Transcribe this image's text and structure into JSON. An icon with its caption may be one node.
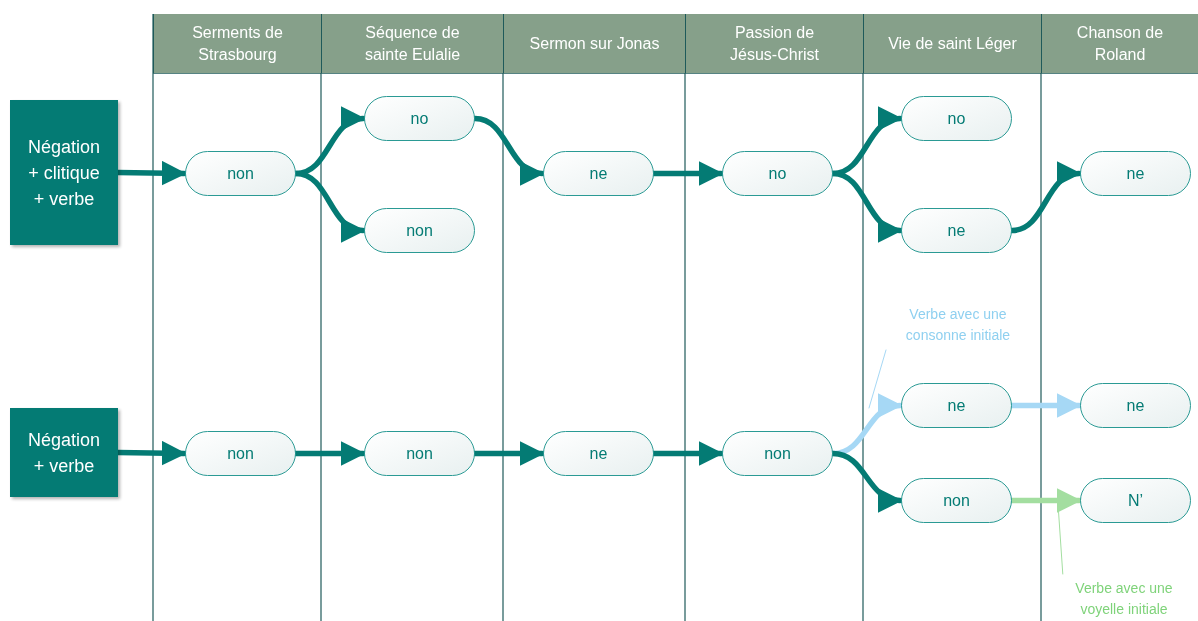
{
  "diagram": {
    "nodes": [
      {
        "text": [
          "Serments de Strasbourg"
        ]
      },
      {
        "text": [
          "Séquence de sainte Eulalie"
        ]
      },
      {
        "text": [
          "Sermon sur Jonas"
        ]
      },
      {
        "text": [
          "Passion de Jésus-Christ"
        ]
      },
      {
        "text": [
          "Vie de saint Léger"
        ]
      },
      {
        "text": [
          "Chanson de Roland"
        ]
      },
      {
        "text": [
          "Négation + clitique + verbe"
        ]
      },
      {
        "text": [
          "Négation + verbe"
        ]
      },
      {
        "text": [
          "non"
        ]
      },
      {
        "text": [
          "no"
        ]
      },
      {
        "text": [
          "non"
        ]
      },
      {
        "text": [
          "ne"
        ]
      },
      {
        "text": [
          "no"
        ]
      },
      {
        "text": [
          "no"
        ]
      },
      {
        "text": [
          "ne"
        ]
      },
      {
        "text": [
          "ne"
        ]
      },
      {
        "text": [
          "non"
        ]
      },
      {
        "text": [
          "non"
        ]
      },
      {
        "text": [
          "ne"
        ]
      },
      {
        "text": [
          "non"
        ]
      },
      {
        "text": [
          "ne"
        ]
      },
      {
        "text": [
          "non"
        ]
      },
      {
        "text": [
          "ne"
        ]
      },
      {
        "text": [
          "N’"
        ]
      },
      {
        "text": [
          "Verbe avec une consonne initiale"
        ]
      },
      {
        "text": [
          "Verbe avec une voyelle initiale"
        ]
      }
    ],
    "edges": [
      {
        "from": 6,
        "to": 8,
        "arrow": "to"
      },
      {
        "from": 8,
        "to": 9,
        "arrow": "to"
      },
      {
        "from": 8,
        "to": 10,
        "arrow": "to"
      },
      {
        "from": 9,
        "to": 11,
        "arrow": "to"
      },
      {
        "from": 11,
        "to": 12,
        "arrow": "to"
      },
      {
        "from": 12,
        "to": 13,
        "arrow": "to"
      },
      {
        "from": 12,
        "to": 14,
        "arrow": "to"
      },
      {
        "from": 14,
        "to": 15,
        "arrow": "to"
      },
      {
        "from": 7,
        "to": 16,
        "arrow": "to"
      },
      {
        "from": 16,
        "to": 17,
        "arrow": "to"
      },
      {
        "from": 17,
        "to": 18,
        "arrow": "to"
      },
      {
        "from": 18,
        "to": 19,
        "arrow": "to"
      },
      {
        "from": 19,
        "to": 20,
        "arrow": "to",
        "color": "#a6d8f5"
      },
      {
        "from": 19,
        "to": 21,
        "arrow": "to"
      },
      {
        "from": 20,
        "to": 22,
        "arrow": "to",
        "color": "#a6d8f5"
      },
      {
        "from": 21,
        "to": 23,
        "arrow": "to",
        "color": "#a3dea0"
      },
      {
        "from": 24,
        "to": null,
        "arrow": "none",
        "color": "#a6d8f5"
      },
      {
        "from": 25,
        "to": null,
        "arrow": "none",
        "color": "#a3dea0"
      }
    ]
  }
}
